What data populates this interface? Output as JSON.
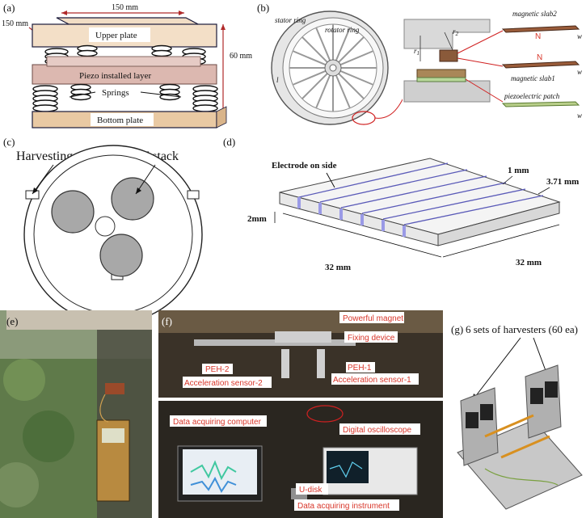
{
  "panels": {
    "a": {
      "label": "(a)",
      "width_dim": "150 mm",
      "depth_dim": "150 mm",
      "height_dim": "60 mm",
      "upper_plate": "Upper plate",
      "piezo_layer": "Piezo installed layer",
      "springs": "Springs",
      "bottom_plate": "Bottom plate"
    },
    "b": {
      "label": "(b)",
      "stator_ring": "stator ring",
      "rotator_ring": "rotator ring",
      "l": "l",
      "r1": "r",
      "r1_sub": "1",
      "r2": "r",
      "r2_sub": "2",
      "slab2": "magnetic slab2",
      "slab1": "magnetic slab1",
      "patch": "piezoelectric patch",
      "N1": "N",
      "N2": "N",
      "w": "w"
    },
    "c": {
      "label": "(c)",
      "harvesting_unit": "Harvesting unit",
      "pzt_stack": "PZT stack"
    },
    "d": {
      "label": "(d)",
      "electrode": "Electrode on side",
      "one_mm": "1 mm",
      "w371": "3.71 mm",
      "two_mm": "2mm",
      "len_a": "32 mm",
      "len_b": "32 mm"
    },
    "e": {
      "label": "(e)"
    },
    "f": {
      "label": "(f)",
      "powerful_magnet": "Powerful magnet",
      "fixing_device": "Fixing device",
      "peh1": "PEH-1",
      "peh2": "PEH-2",
      "acc1": "Acceleration sensor-1",
      "acc2": "Acceleration sensor-2",
      "daq_computer": "Data acquiring computer",
      "oscilloscope": "Digital oscilloscope",
      "udisk": "U-disk",
      "daq_instrument": "Data acquiring instrument"
    },
    "g": {
      "label": "(g)",
      "caption": "6 sets of harvesters (60 ea)"
    }
  }
}
